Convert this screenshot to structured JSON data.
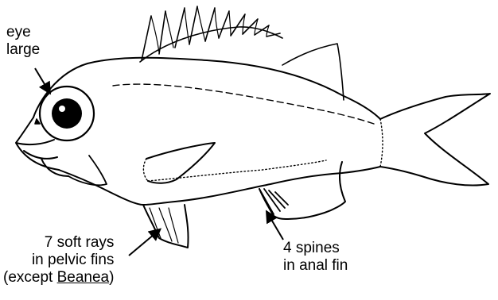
{
  "diagram": {
    "subject": "fish-anatomy",
    "labels": {
      "eye": {
        "line1": "eye",
        "line2": "large"
      },
      "pelvic": {
        "line1": "7 soft rays",
        "line2": "in pelvic fins",
        "line3_prefix": "(except ",
        "line3_genus": "Beanea",
        "line3_suffix": ")"
      },
      "anal": {
        "line1": "4 spines",
        "line2": "in anal fin"
      }
    },
    "colors": {
      "ink": "#000000",
      "paper": "#ffffff"
    }
  }
}
